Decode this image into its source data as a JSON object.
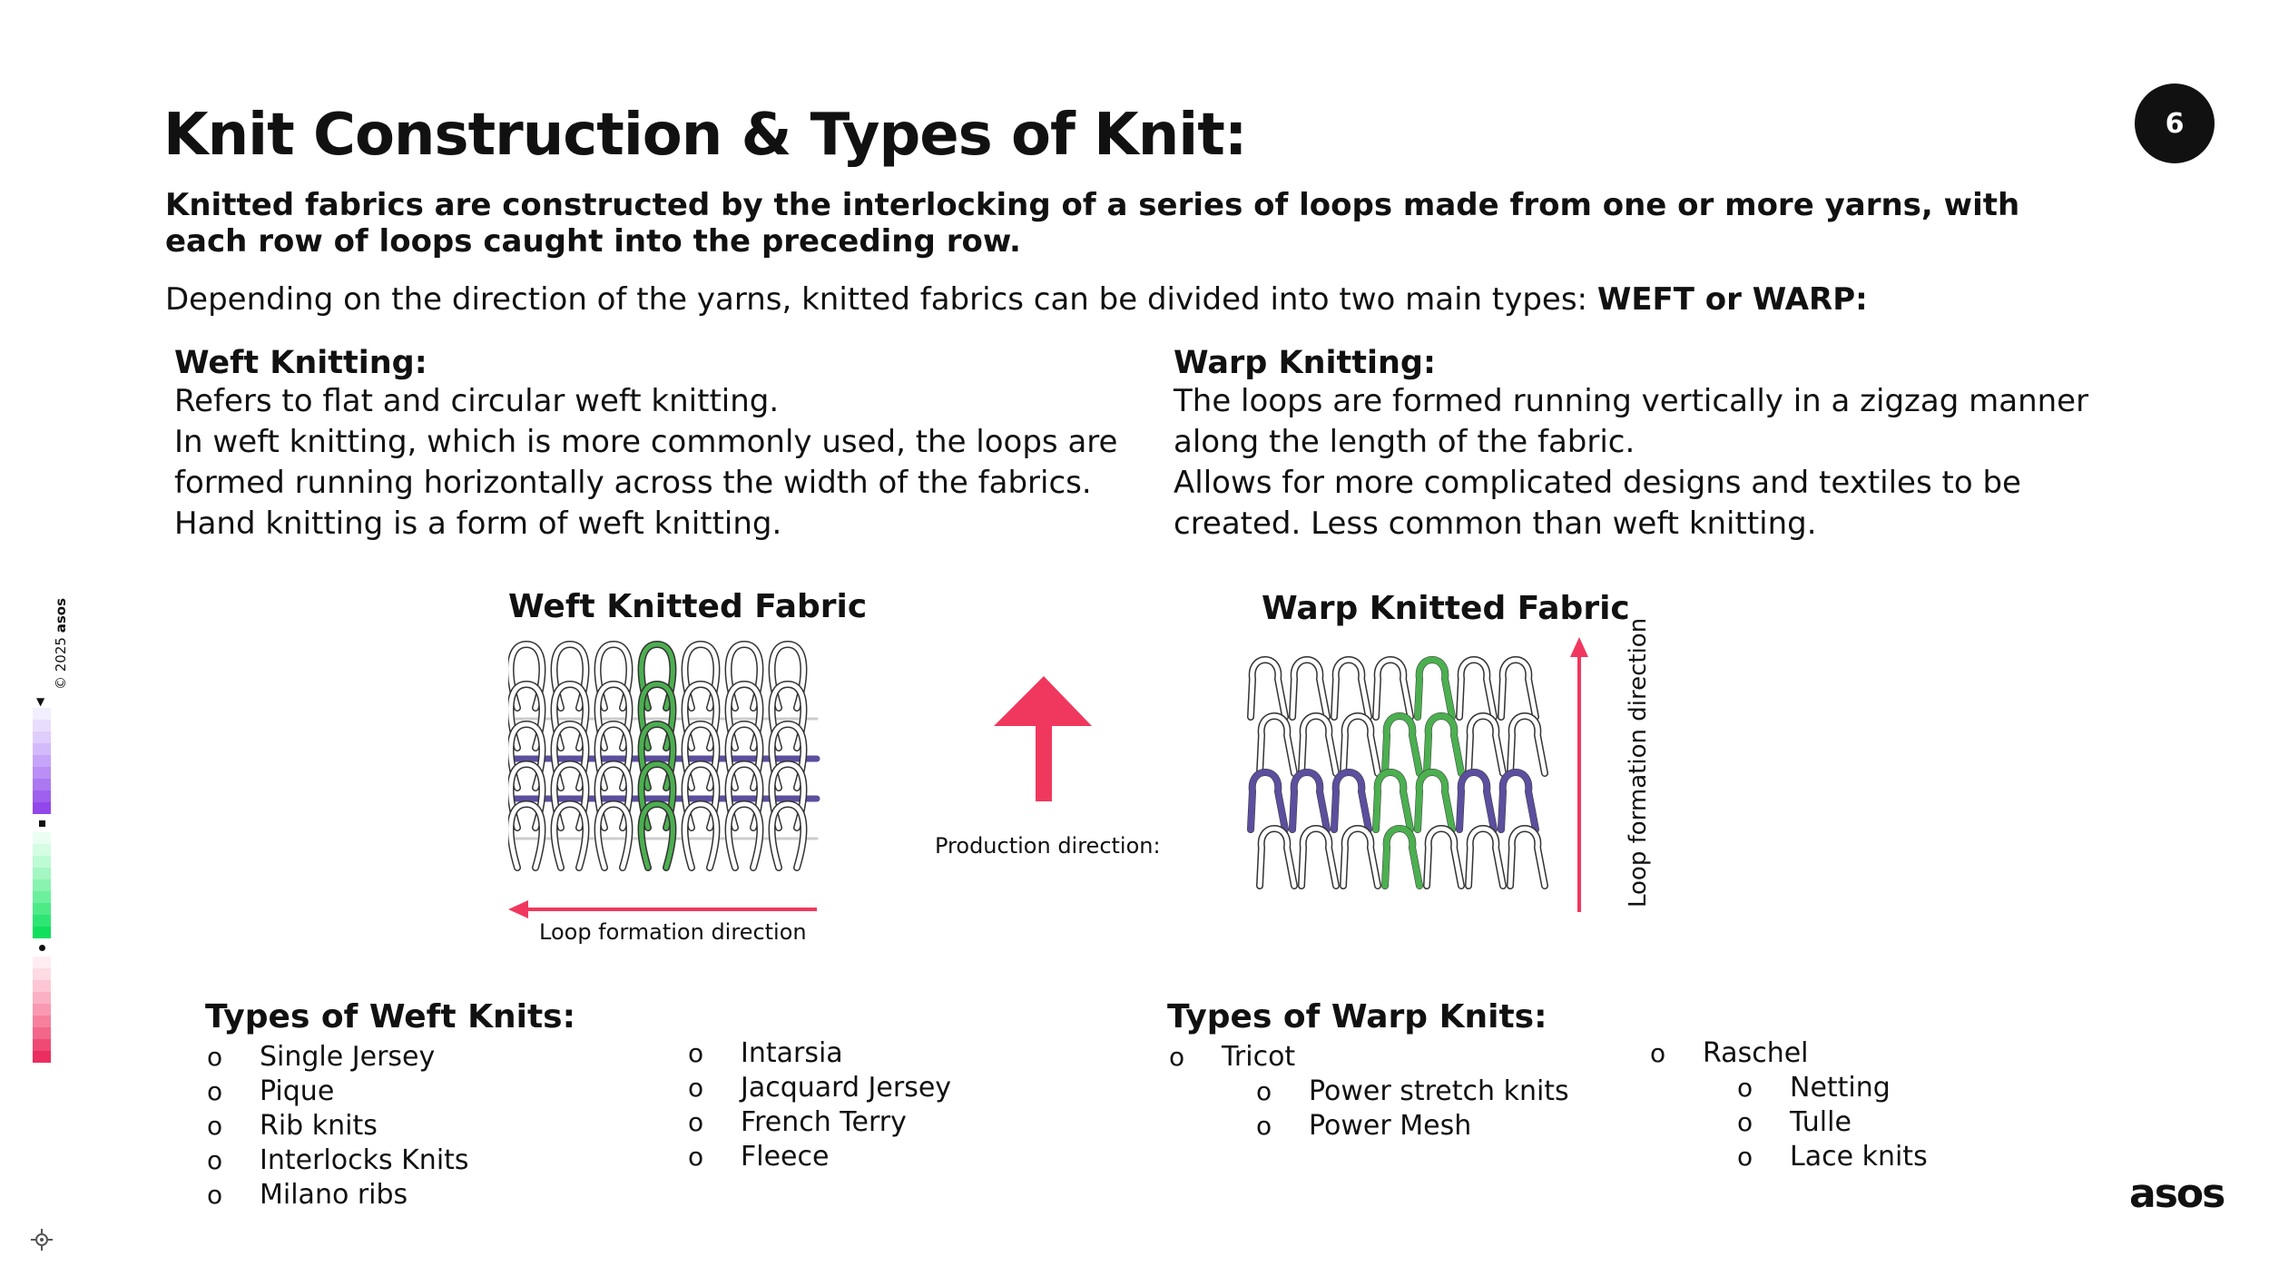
{
  "header": {
    "title": "Knit Construction & Types of Knit:",
    "subtitle": "Knitted fabrics are constructed by the interlocking of a series of loops made from one or more yarns, with each row of loops caught into the preceding row.",
    "intro_prefix": "Depending on the direction of the yarns, knitted fabrics can be divided into two main types: ",
    "intro_bold": "WEFT or WARP:"
  },
  "page_number": "6",
  "weft": {
    "heading": "Weft Knitting:",
    "lines": [
      "Refers to flat and circular weft knitting.",
      "In weft knitting, which is more commonly used, the loops are",
      "formed running horizontally across the width of the fabrics.",
      "Hand knitting is a form of weft knitting."
    ],
    "figure_title": "Weft Knitted Fabric",
    "direction_label": "Loop formation direction"
  },
  "warp": {
    "heading": "Warp Knitting:",
    "lines": [
      "The loops are formed running vertically in a zigzag manner",
      "along the length of the fabric.",
      "Allows for more complicated designs and textiles to be",
      "created. Less common than weft knitting."
    ],
    "figure_title": "Warp Knitted Fabric",
    "direction_label": "Loop formation direction"
  },
  "production_label": "Production direction:",
  "weft_types": {
    "heading": "Types of Weft Knits:",
    "col1": [
      "Single Jersey",
      "Pique",
      "Rib knits",
      "Interlocks Knits",
      "Milano ribs"
    ],
    "col2": [
      "Intarsia",
      "Jacquard Jersey",
      "French Terry",
      "Fleece"
    ]
  },
  "warp_types": {
    "heading": "Types of Warp Knits:",
    "tricot": "Tricot",
    "tricot_sub": [
      "Power stretch knits",
      "Power Mesh"
    ],
    "raschel": "Raschel",
    "raschel_sub": [
      "Netting",
      "Tulle",
      "Lace knits"
    ]
  },
  "footer": {
    "logo": "asos",
    "copyright": "© 2025",
    "brand_small": "asos"
  },
  "colors": {
    "accent_red": "#f0385e",
    "yarn_green": "#4caf50",
    "yarn_purple": "#5b4f9e",
    "badge_black": "#111111"
  }
}
